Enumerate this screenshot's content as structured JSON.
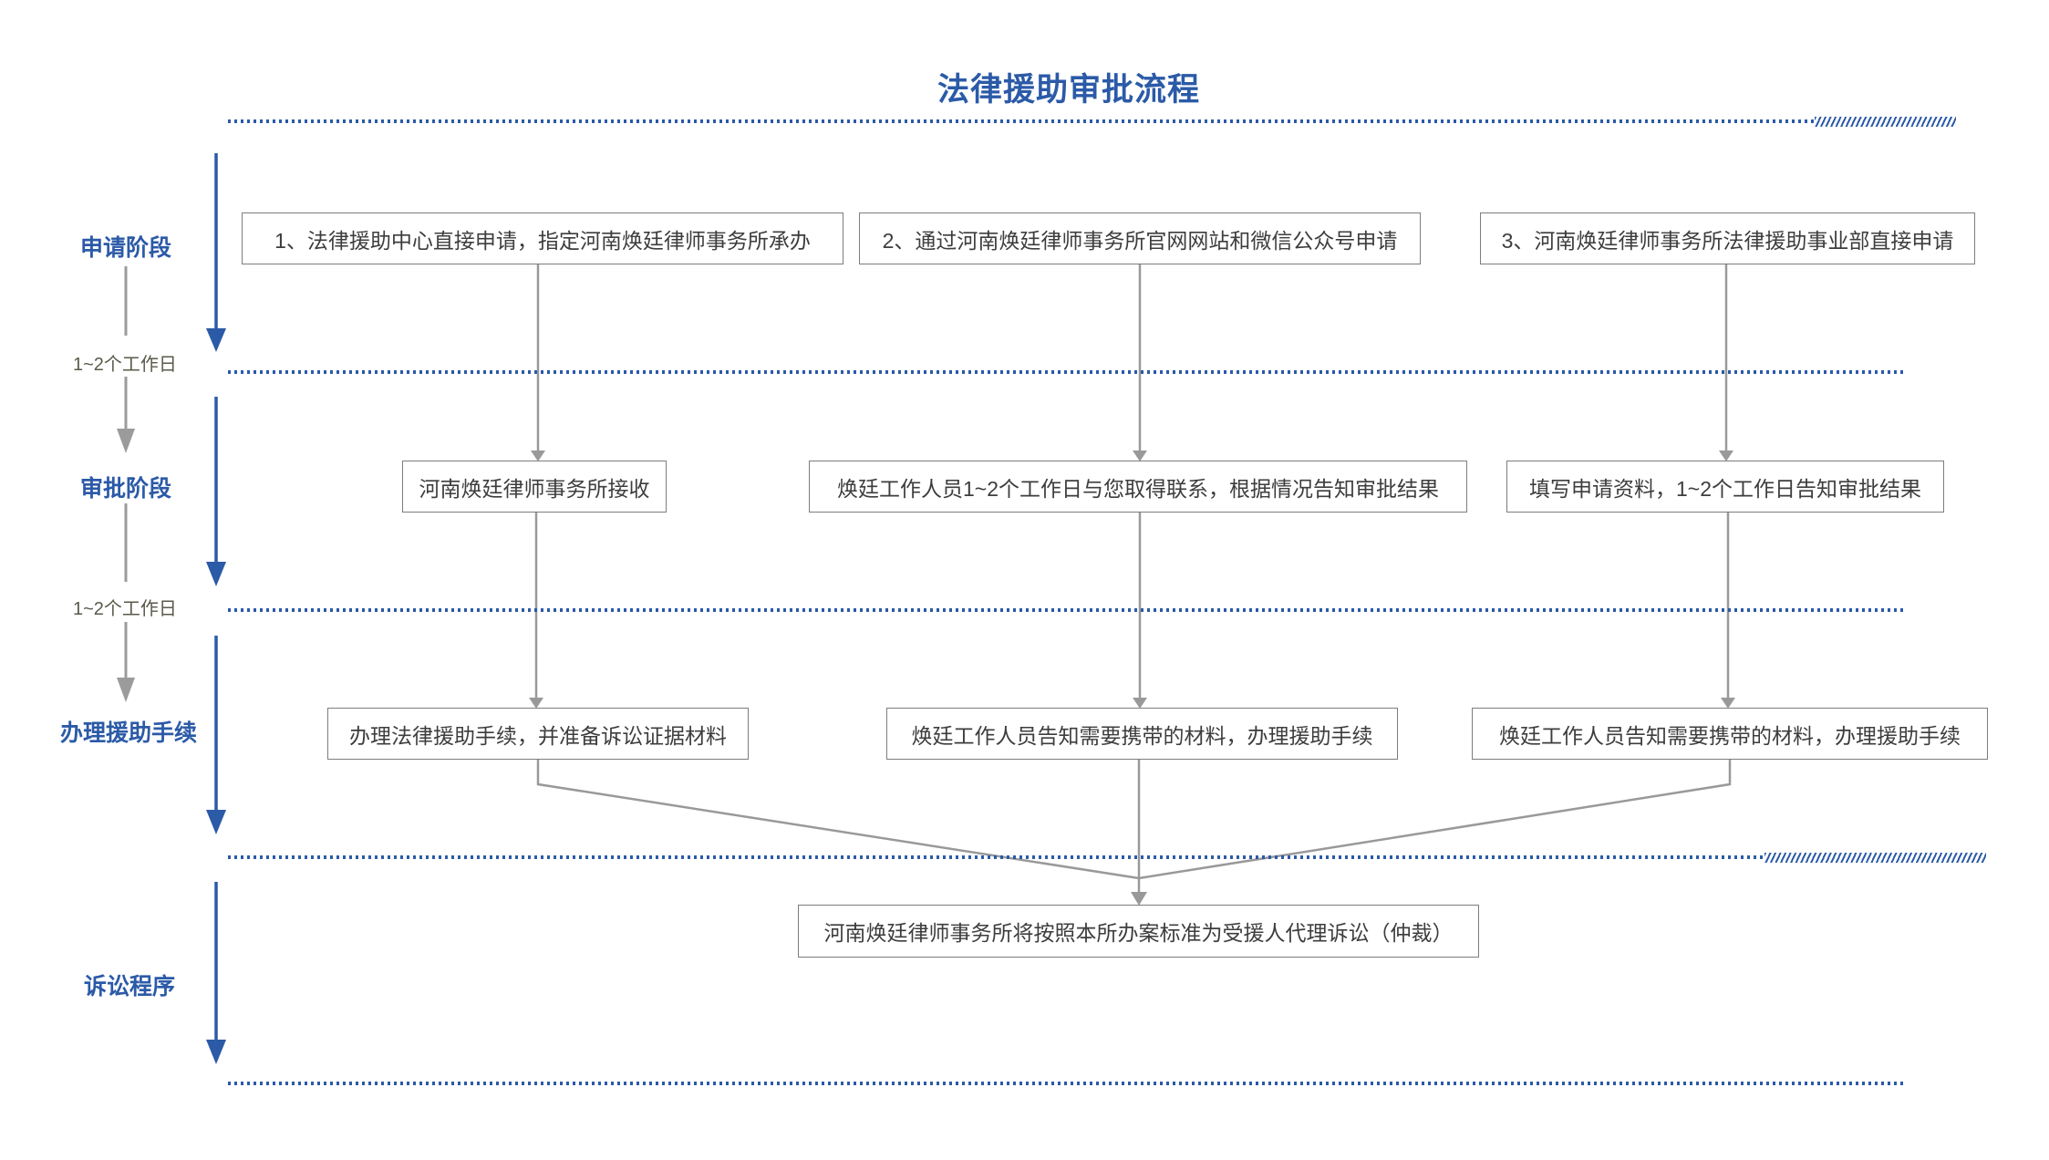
{
  "title": "法律援助审批流程",
  "colors": {
    "accent_blue": "#2b5aa7",
    "connector_gray": "#999999",
    "box_border": "#7d7d7d",
    "box_text": "#3d3d3d",
    "interval_text": "#5a594a"
  },
  "phases": [
    {
      "label": "申请阶段"
    },
    {
      "label": "审批阶段"
    },
    {
      "label": "办理援助手续"
    },
    {
      "label": "诉讼程序"
    }
  ],
  "intervals": [
    {
      "label": "1~2个工作日"
    },
    {
      "label": "1~2个工作日"
    }
  ],
  "boxes": {
    "row1": [
      {
        "text": "1、法律援助中心直接申请，指定河南焕廷律师事务所承办"
      },
      {
        "text": "2、通过河南焕廷律师事务所官网网站和微信公众号申请"
      },
      {
        "text": "3、河南焕廷律师事务所法律援助事业部直接申请"
      }
    ],
    "row2": [
      {
        "text": "河南焕廷律师事务所接收"
      },
      {
        "text": "焕廷工作人员1~2个工作日与您取得联系，根据情况告知审批结果"
      },
      {
        "text": "填写申请资料，1~2个工作日告知审批结果"
      }
    ],
    "row3": [
      {
        "text": "办理法律援助手续，并准备诉讼证据材料"
      },
      {
        "text": "焕廷工作人员告知需要携带的材料，办理援助手续"
      },
      {
        "text": "焕廷工作人员告知需要携带的材料，办理援助手续"
      }
    ],
    "final": {
      "text": "河南焕廷律师事务所将按照本所办案标准为受援人代理诉讼（仲裁）"
    }
  }
}
